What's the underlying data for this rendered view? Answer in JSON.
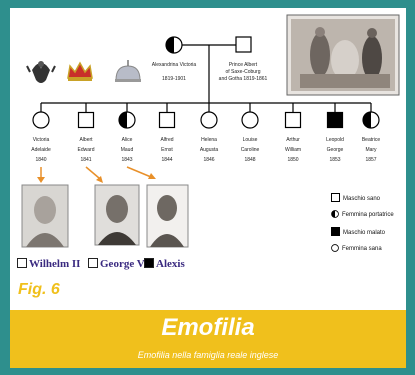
{
  "parents": {
    "mother": {
      "name": "Alexandrina Victoria",
      "years": "1819-1901",
      "status": "carrier female"
    },
    "father": {
      "name": "Prince Albert of Saxe-Coburg and Gotha",
      "years": "1819-1861",
      "status": "healthy male"
    }
  },
  "children": [
    {
      "name": "Victoria Adelaide",
      "year": "1840",
      "sex": "female",
      "status": "healthy"
    },
    {
      "name": "Albert Edward",
      "year": "1841",
      "sex": "male",
      "status": "healthy"
    },
    {
      "name": "Alice Maud",
      "year": "1843",
      "sex": "female",
      "status": "carrier"
    },
    {
      "name": "Alfred Ernst",
      "year": "1844",
      "sex": "male",
      "status": "healthy"
    },
    {
      "name": "Helena Augusta",
      "year": "1846",
      "sex": "female",
      "status": "healthy"
    },
    {
      "name": "Louise Caroline",
      "year": "1848",
      "sex": "female",
      "status": "healthy"
    },
    {
      "name": "Arthur William",
      "year": "1850",
      "sex": "male",
      "status": "healthy"
    },
    {
      "name": "Leopold George",
      "year": "1853",
      "sex": "male",
      "status": "affected"
    },
    {
      "name": "Beatrice Mary",
      "year": "1857",
      "sex": "female",
      "status": "carrier"
    }
  ],
  "portraits": [
    {
      "caption": "Wilhelm II",
      "status": "healthy"
    },
    {
      "caption": "George V",
      "status": "healthy"
    },
    {
      "caption": "Alexis",
      "status": "affected"
    }
  ],
  "legend": {
    "healthy_male": "Maschio sano",
    "carrier_female": "Femmina portatrice",
    "affected_male": "Maschio malato",
    "healthy_female": "Femmina sana"
  },
  "fig_label": "Fig. 6",
  "title": "Emofilia",
  "subtitle": "Emofilia nella famiglia reale inglese",
  "colors": {
    "border": "#2e8f8d",
    "banner": "#f0c01c",
    "arrow": "#e8902a",
    "caption": "#3a2a80"
  }
}
